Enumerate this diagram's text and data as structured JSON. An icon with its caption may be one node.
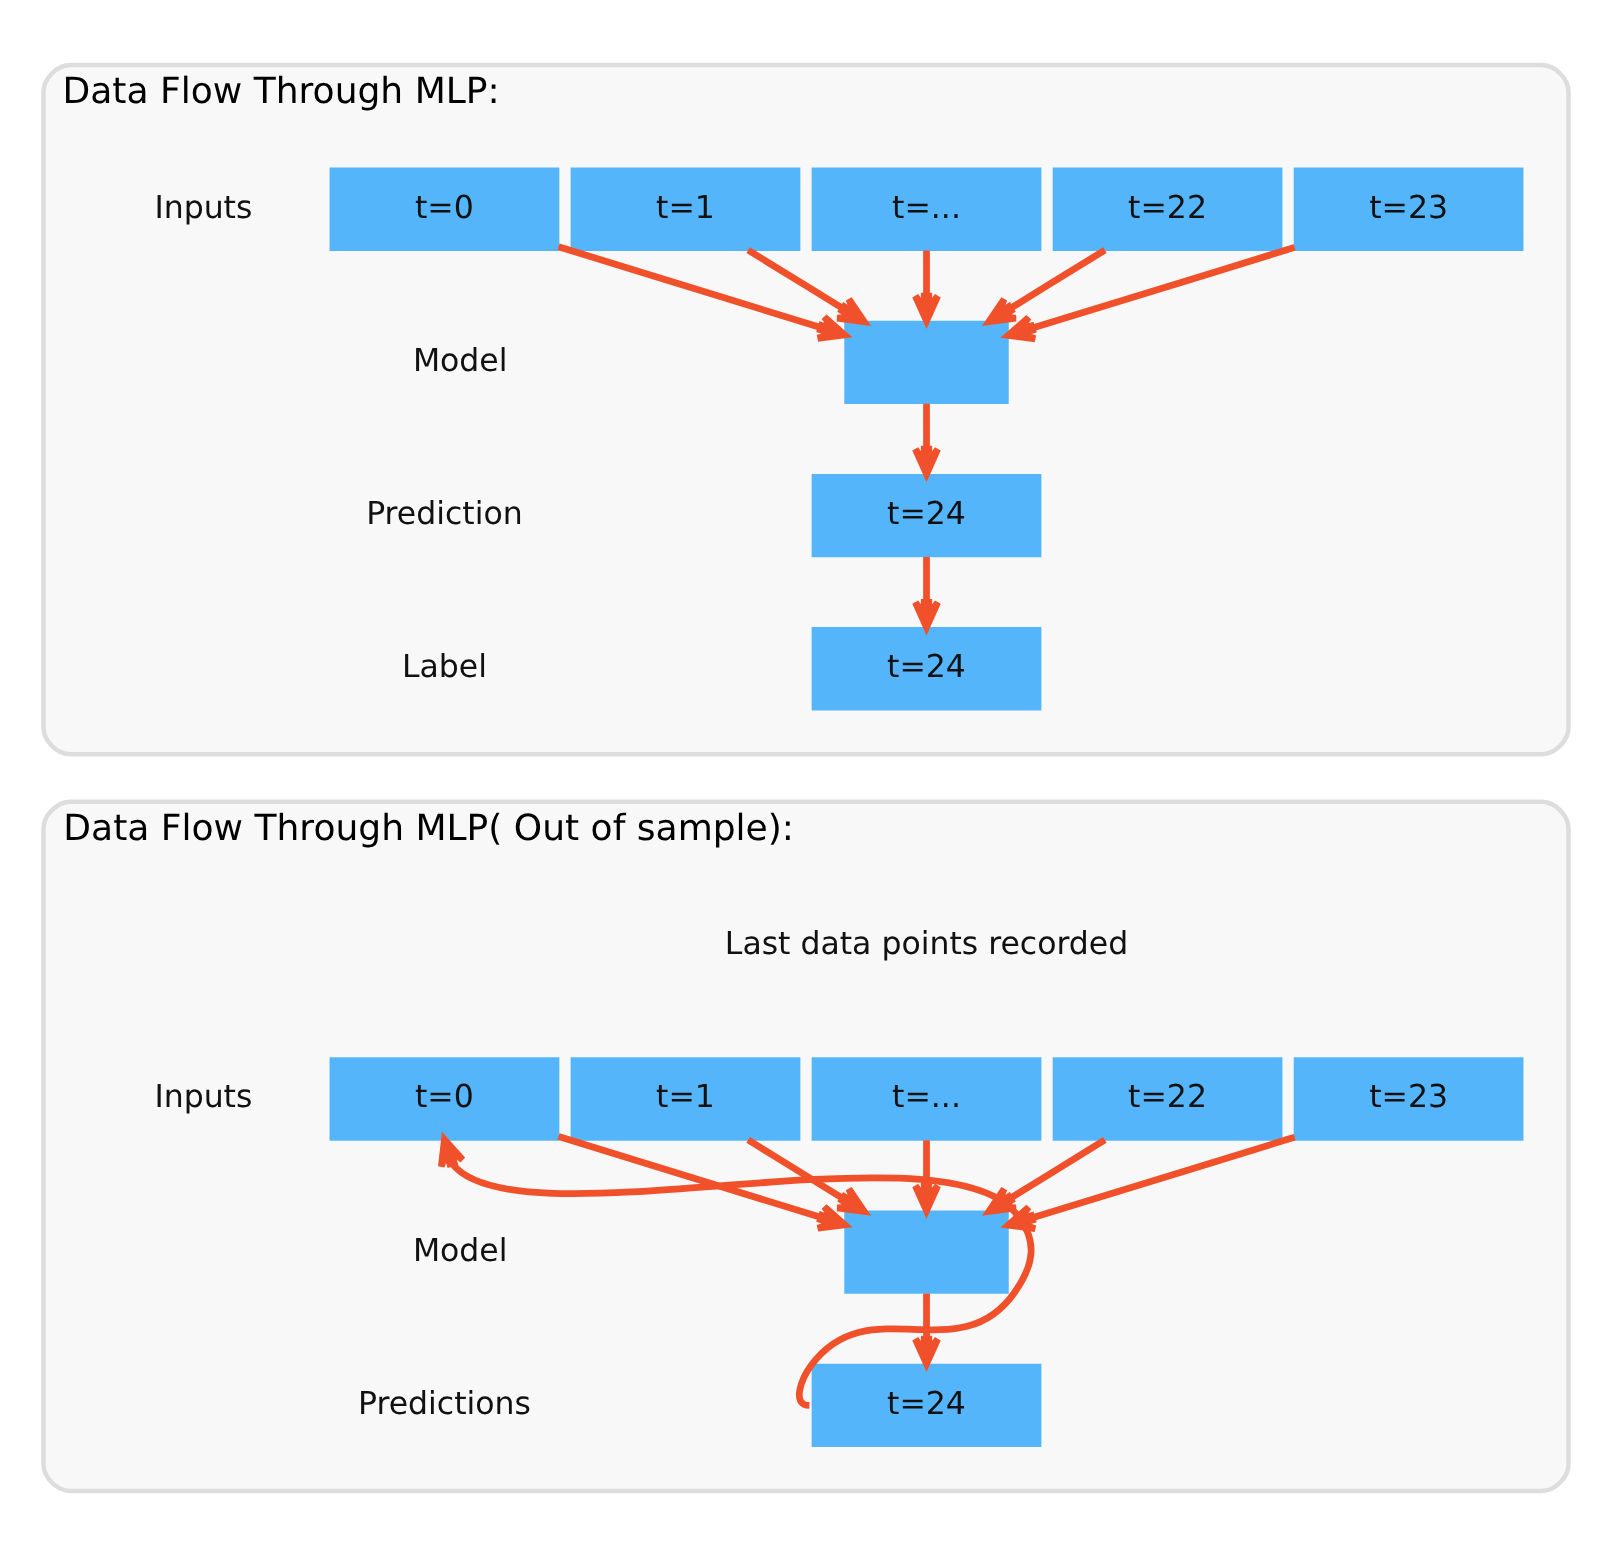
{
  "diagram": {
    "nodes": [
      {
        "text": [
          "Data Flow Through MLP:"
        ]
      },
      {
        "text": [
          "t=0"
        ],
        "in": 0
      },
      {
        "text": [
          "t=1"
        ],
        "in": 0
      },
      {
        "text": [
          "t=..."
        ],
        "in": 0
      },
      {
        "text": [
          "t=22"
        ],
        "in": 0
      },
      {
        "text": [
          "t=23"
        ],
        "in": 0
      },
      {
        "text": [],
        "shape": "box",
        "in": 0
      },
      {
        "text": [
          "t=24"
        ],
        "in": 0
      },
      {
        "text": [
          "t=24"
        ],
        "in": 0
      },
      {
        "text": [
          "Data Flow Through MLP( Out of sample):"
        ]
      },
      {
        "text": [
          "t=0"
        ],
        "in": 9
      },
      {
        "text": [
          "t=1"
        ],
        "in": 9
      },
      {
        "text": [
          "t=..."
        ],
        "in": 9
      },
      {
        "text": [
          "t=22"
        ],
        "in": 9
      },
      {
        "text": [
          "t=23"
        ],
        "in": 9
      },
      {
        "text": [],
        "shape": "box",
        "in": 9
      },
      {
        "text": [
          "t=24"
        ],
        "in": 9
      }
    ],
    "edges": [
      {
        "from": 1,
        "to": 6,
        "arrow": "to"
      },
      {
        "from": 2,
        "to": 6,
        "arrow": "to"
      },
      {
        "from": 3,
        "to": 6,
        "arrow": "to"
      },
      {
        "from": 4,
        "to": 6,
        "arrow": "to"
      },
      {
        "from": 5,
        "to": 6,
        "arrow": "to"
      },
      {
        "from": 6,
        "to": 7,
        "arrow": "to"
      },
      {
        "from": 7,
        "to": 8,
        "arrow": "to"
      },
      {
        "from": 10,
        "to": 15,
        "arrow": "to"
      },
      {
        "from": 11,
        "to": 15,
        "arrow": "to"
      },
      {
        "from": 12,
        "to": 15,
        "arrow": "to"
      },
      {
        "from": 13,
        "to": 15,
        "arrow": "to"
      },
      {
        "from": 14,
        "to": 15,
        "arrow": "to"
      },
      {
        "from": 15,
        "to": 16,
        "arrow": "to"
      },
      {
        "from": 16,
        "to": 10,
        "arrow": "to"
      }
    ],
    "labels": [
      "Inputs",
      "Model",
      "Prediction",
      "Label",
      "Last data points recorded",
      "Inputs",
      "Model",
      "Predictions"
    ]
  }
}
